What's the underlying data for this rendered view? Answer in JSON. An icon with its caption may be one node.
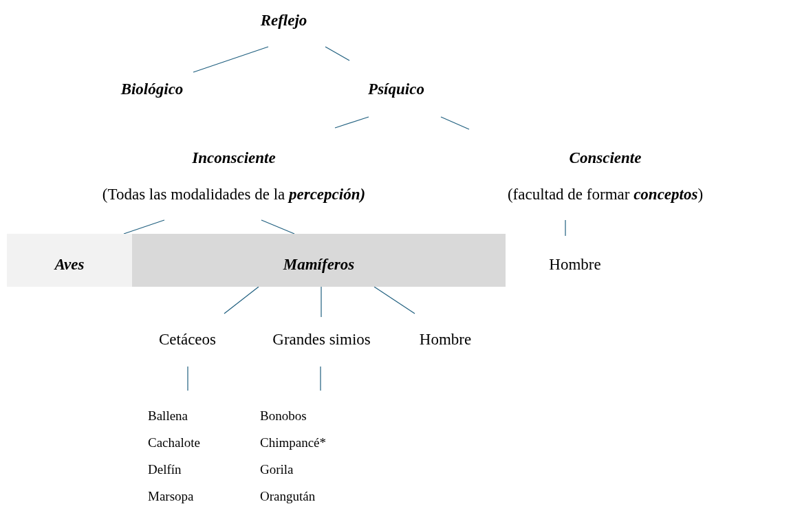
{
  "diagram": {
    "nodes": [
      {
        "text": [
          "Reflejo"
        ]
      },
      {
        "text": [
          "Biológico"
        ]
      },
      {
        "text": [
          "Psíquico"
        ]
      },
      {
        "text": [
          "Inconsciente",
          "(Todas las modalidades de la **percepción)**"
        ]
      },
      {
        "text": [
          "Consciente",
          "(facultad de formar **conceptos**)"
        ]
      },
      {
        "text": [
          "Aves"
        ]
      },
      {
        "text": [
          "Mamíferos"
        ]
      },
      {
        "text": [
          "Hombre"
        ]
      },
      {
        "text": [
          "Cetáceos"
        ]
      },
      {
        "text": [
          "Grandes simios"
        ]
      },
      {
        "text": [
          "Hombre"
        ]
      },
      {
        "text": [
          "Ballena",
          "Cachalote",
          "Delfín",
          "Marsopa"
        ]
      },
      {
        "text": [
          "Bonobos",
          "Chimpancé*",
          "Gorila",
          "Orangután"
        ]
      }
    ],
    "edges": [
      {
        "from": 0,
        "to": 1,
        "arrow": "none"
      },
      {
        "from": 0,
        "to": 2,
        "arrow": "none"
      },
      {
        "from": 2,
        "to": 3,
        "arrow": "none"
      },
      {
        "from": 2,
        "to": 4,
        "arrow": "none"
      },
      {
        "from": 3,
        "to": 5,
        "arrow": "none"
      },
      {
        "from": 3,
        "to": 6,
        "arrow": "none"
      },
      {
        "from": 4,
        "to": 7,
        "arrow": "none"
      },
      {
        "from": 6,
        "to": 8,
        "arrow": "none"
      },
      {
        "from": 6,
        "to": 9,
        "arrow": "none"
      },
      {
        "from": 6,
        "to": 10,
        "arrow": "none"
      },
      {
        "from": 8,
        "to": 11,
        "arrow": "none"
      },
      {
        "from": 9,
        "to": 12,
        "arrow": "none"
      }
    ]
  }
}
